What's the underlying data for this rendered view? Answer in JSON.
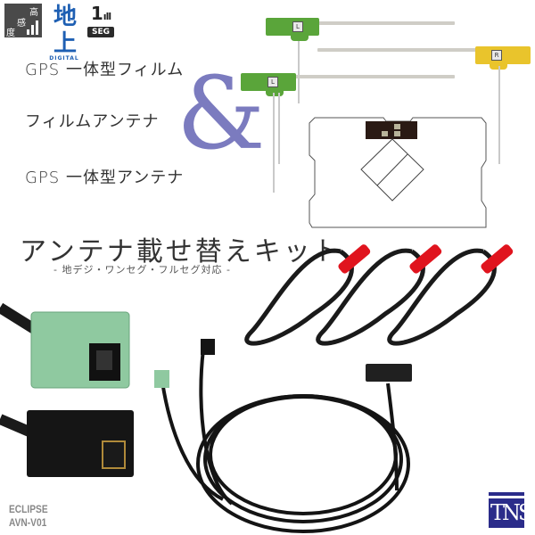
{
  "badges": {
    "high_sensitivity": {
      "chars": [
        "高",
        "感",
        "度"
      ],
      "icon": "signal-bars-icon"
    },
    "digital": {
      "main": "地上",
      "sub": "DIGITAL"
    },
    "oneseg": {
      "main": "1",
      "sub": "SEG"
    }
  },
  "headline": {
    "line1": "GPS 一体型フィルム",
    "line2": "フィルムアンテナ",
    "ampersand": "&",
    "line3": "GPS 一体型アンテナ"
  },
  "kit": {
    "title": "アンテナ載せ替えキット",
    "subtitle": "- 地デジ・ワンセグ・フルセグ対応 -"
  },
  "film_antennas": [
    {
      "label": "L",
      "color": "#5aa53a"
    },
    {
      "label": "R",
      "color": "#e9c42c"
    },
    {
      "label": "L",
      "color": "#5aa53a"
    }
  ],
  "maker": {
    "brand": "ECLIPSE",
    "model": "AVN-V01"
  },
  "logo": {
    "text": "TNS",
    "color": "#2b2c8a"
  },
  "colors": {
    "ampersand": "#7b7bbf",
    "connector_green": "#8fc9a0",
    "cable_red": "#e0141e"
  }
}
